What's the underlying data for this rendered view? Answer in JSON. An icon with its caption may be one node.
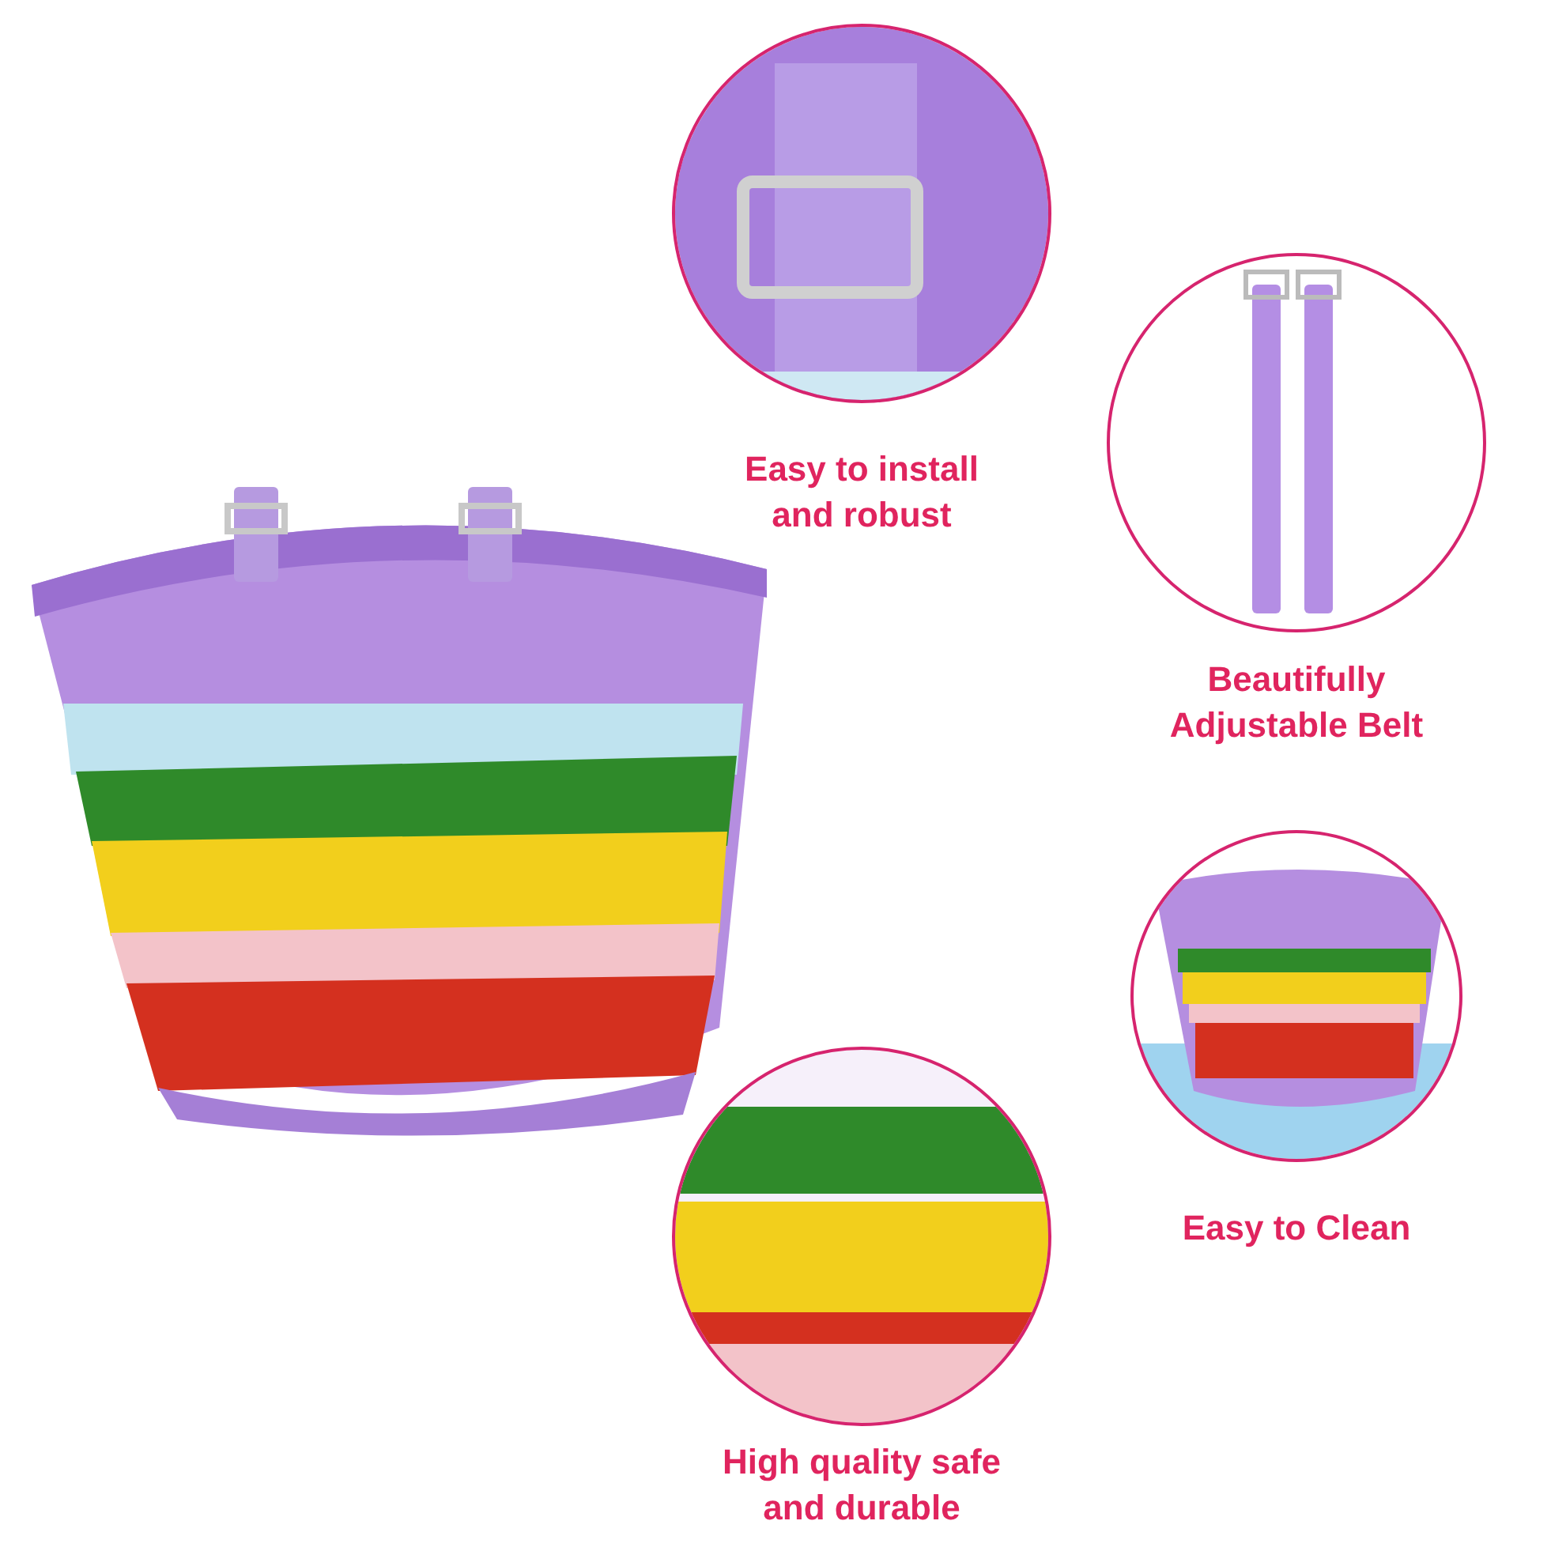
{
  "diagram": {
    "labels": [
      "Easy to install and robust",
      "Beautifully Adjustable Belt",
      "Easy to Clean",
      "High quality safe and durable"
    ]
  }
}
